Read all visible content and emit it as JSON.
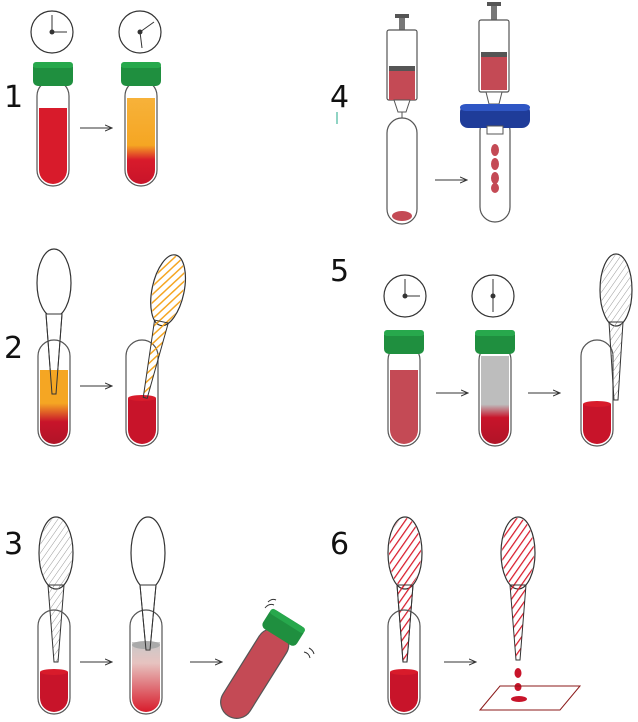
{
  "steps": [
    {
      "number": "1"
    },
    {
      "number": "2"
    },
    {
      "number": "3"
    },
    {
      "number": "4"
    },
    {
      "number": "5"
    },
    {
      "number": "6"
    }
  ],
  "colors": {
    "blood": "#d81b2b",
    "blood_dark": "#b01428",
    "diluted_blood": "#c44a55",
    "plasma": "#f5a623",
    "grey_layer": "#bdbdbd",
    "cap_green": "#1f8f3f",
    "filter_blue": "#1f3c99",
    "outline": "#555555"
  },
  "icons": [
    "clock-icon",
    "tube-icon",
    "pipette-icon",
    "syringe-icon",
    "filter-icon",
    "arrow-icon",
    "slide-icon"
  ]
}
